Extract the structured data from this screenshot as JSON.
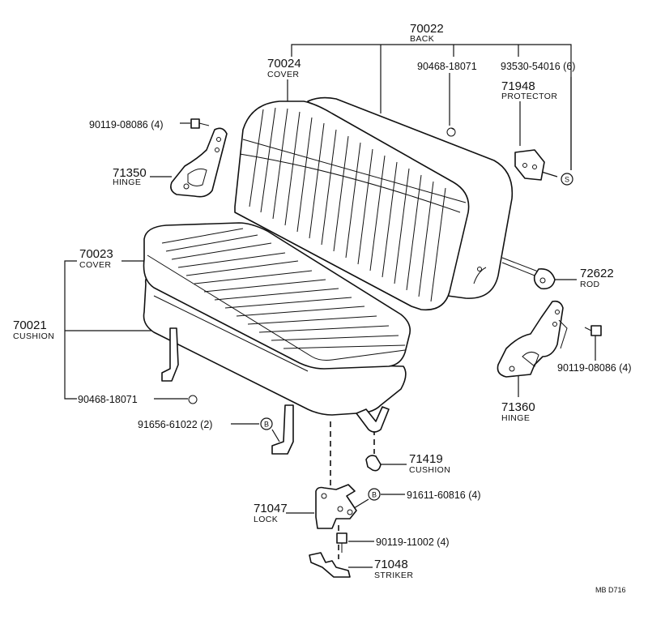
{
  "diagram": {
    "back": {
      "part_no": "70022",
      "name": "BACK"
    },
    "back_cover": {
      "part_no": "70024",
      "name": "COVER"
    },
    "back_ring": {
      "part_no": "90468-18071"
    },
    "back_screw": {
      "part_no": "93530-54016 (6)",
      "symbol": "S"
    },
    "protector": {
      "part_no": "71948",
      "name": "PROTECTOR"
    },
    "hinge_bolt_left": {
      "part_no": "90119-08086 (4)"
    },
    "hinge_left": {
      "part_no": "71350",
      "name": "HINGE"
    },
    "cushion_cover": {
      "part_no": "70023",
      "name": "COVER"
    },
    "cushion": {
      "part_no": "70021",
      "name": "CUSHION"
    },
    "cushion_ring": {
      "part_no": "90468-18071"
    },
    "rod": {
      "part_no": "72622",
      "name": "ROD"
    },
    "hinge_bolt_right": {
      "part_no": "90119-08086 (4)"
    },
    "hinge_right": {
      "part_no": "71360",
      "name": "HINGE"
    },
    "bolt_b1": {
      "part_no": "91656-61022 (2)",
      "symbol": "B"
    },
    "small_cushion": {
      "part_no": "71419",
      "name": "CUSHION"
    },
    "lock_bolt": {
      "part_no": "91611-60816 (4)",
      "symbol": "B"
    },
    "lock": {
      "part_no": "71047",
      "name": "LOCK"
    },
    "lock_screw": {
      "part_no": "90119-11002 (4)"
    },
    "striker": {
      "part_no": "71048",
      "name": "STRIKER"
    },
    "figure_code": "MB  D716"
  }
}
